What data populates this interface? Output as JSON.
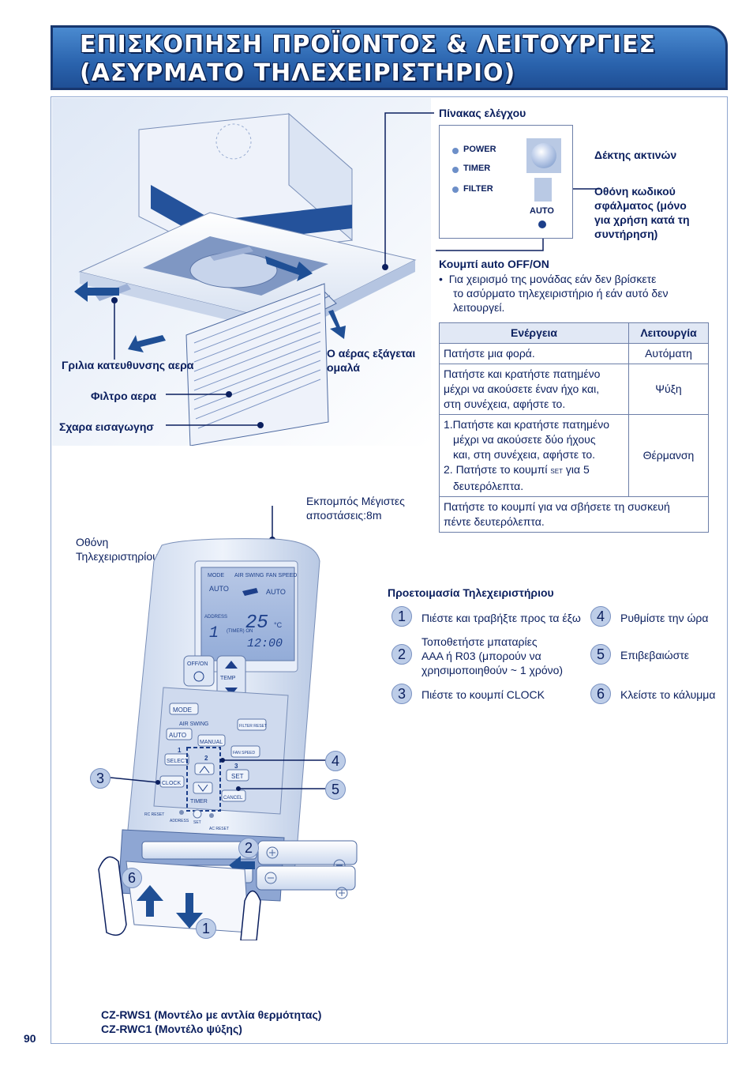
{
  "header": {
    "title_line1": "ΕΠΙΣΚΟΠΗΣΗ ΠΡΟΪΟΝΤΟΣ & ΛΕΙΤΟΥΡΓΙΕΣ",
    "title_line2": "(ΑΣΥΡΜΑΤΟ ΤΗΛΕΧΕΙΡΙΣΤΗΡΙΟ)"
  },
  "unit": {
    "control_panel_label": "Πίνακας ελέγχου",
    "indicators": [
      "POWER",
      "TIMER",
      "FILTER"
    ],
    "auto_label": "AUTO",
    "receiver_label": "Δέκτης ακτινών",
    "error_display_label": "Οθόνη κωδικού σφάλματος (μόνο για χρήση κατά τη συντήρηση)",
    "error_display_lines": [
      "Οθόνη κωδικού",
      "σφάλματος (μόνο",
      "για χρήση κατά τη",
      "συντήρηση)"
    ],
    "auto_button_title": "Κουμπί auto OFF/ON",
    "auto_button_note_lines": [
      "Για χειρισμό της μονάδας εάν δεν βρίσκετε",
      "το ασύρματο τηλεχειριστήριο ή εάν αυτό δεν",
      "λειτουργεί."
    ],
    "louver_label": "Γριλια κατευθυνσης αερα",
    "air_out_lines": [
      "Ο αέρας εξάγεται",
      "ομαλά"
    ],
    "filter_label": "Φιλτρο αερα",
    "intake_label": "Σχαρα εισαγωγησ"
  },
  "ops_table": {
    "headers": [
      "Ενέργεια",
      "Λειτουργία"
    ],
    "rows": [
      {
        "action_lines": [
          "Πατήστε μια φορά."
        ],
        "mode": "Αυτόματη"
      },
      {
        "action_lines": [
          "Πατήστε και κρατήστε πατημένο",
          "μέχρι να ακούσετε έναν ήχο και,",
          "στη συνέχεια, αφήστε το."
        ],
        "mode": "Ψύξη"
      },
      {
        "action_lines": [
          "1.Πατήστε και κρατήστε πατημένο",
          "μέχρι να ακούσετε δύο ήχους",
          "και, στη συνέχεια, αφήστε το.",
          "2. Πατήστε το κουμπί",
          "SET",
          "για 5",
          "δευτερόλεπτα."
        ],
        "mode": "Θέρμανση"
      },
      {
        "action_lines": [
          "Πατήστε το κουμπί για να σβήσετε τη συσκευή",
          "πέντε δευτερόλεπτα."
        ],
        "mode": ""
      }
    ]
  },
  "remote": {
    "transmitter_lines": [
      "Εκπομπός Μέγιστες",
      "αποστάσεις:8m"
    ],
    "display_label_lines": [
      "Οθόνη",
      "Τηλεχειριστηρίου"
    ],
    "lcd": {
      "tabs": [
        "MODE",
        "AIR SWING",
        "FAN SPEED"
      ],
      "mode": "AUTO",
      "fan": "AUTO",
      "address": "ADDRESS",
      "timer": "(TIMER) ON",
      "temp": "25",
      "unit": "°C",
      "time": "12:00",
      "address_value": "1"
    },
    "buttons": {
      "offon": "OFF/ON",
      "temp": "TEMP",
      "mode": "MODE",
      "filter_reset": "FILTER RESET",
      "air_swing": "AIR SWING",
      "auto": "AUTO",
      "manual": "MANUAL",
      "fan_speed": "FAN SPEED",
      "select": "SELECT",
      "clock": "CLOCK",
      "set": "SET",
      "cancel": "CANCEL",
      "timer": "TIMER",
      "rc_reset": "RC RESET",
      "address": "ADDRESS",
      "set_small": "SET",
      "ac_reset": "AC RESET",
      "n1": "1",
      "n2": "2",
      "n3": "3"
    },
    "callouts": [
      "1",
      "2",
      "3",
      "4",
      "5",
      "6"
    ],
    "models_lines": [
      "CZ-RWS1 (Μοντέλο με αντλία θερμότητας)",
      "CZ-RWC1 (Μοντέλο ψύξης)"
    ]
  },
  "prep": {
    "title": "Προετοιμασία Τηλεχειριστήριου",
    "steps": [
      {
        "n": "1",
        "lines": [
          "Πιέστε και τραβήξτε προς τα έξω"
        ]
      },
      {
        "n": "2",
        "lines": [
          "Τοποθετήστε μπαταρίες",
          "AAA ή R03 (μπορούν να",
          "χρησιμοποιηθούν ~ 1 χρόνο)"
        ]
      },
      {
        "n": "3",
        "lines": [
          "Πιέστε το κουμπί CLOCK"
        ]
      },
      {
        "n": "4",
        "lines": [
          "Ρυθμίστε την ώρα"
        ]
      },
      {
        "n": "5",
        "lines": [
          "Επιβεβαιώστε"
        ]
      },
      {
        "n": "6",
        "lines": [
          "Κλείστε το κάλυμμα"
        ]
      }
    ]
  },
  "page_number": "90",
  "colors": {
    "brand": "#2a63ad",
    "text": "#0b1f5e",
    "light": "#e1e8f5"
  }
}
